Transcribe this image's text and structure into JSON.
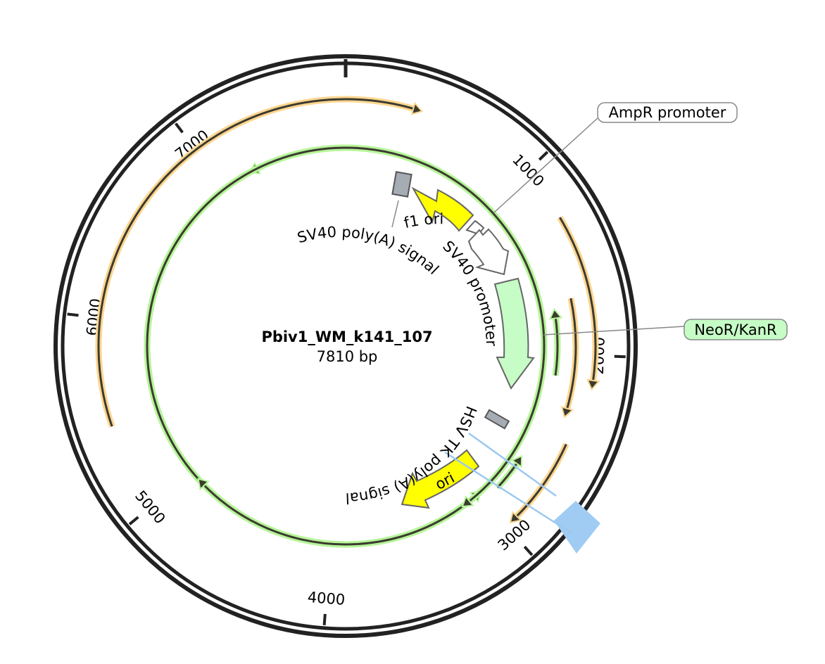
{
  "plasmid": {
    "name": "Pbiv1_WM_k141_107",
    "length_label": "7810 bp",
    "length_bp": 7810
  },
  "ticks": [
    {
      "bp": 1000,
      "label": "1000"
    },
    {
      "bp": 2000,
      "label": "2000"
    },
    {
      "bp": 3000,
      "label": "3000"
    },
    {
      "bp": 4000,
      "label": "4000"
    },
    {
      "bp": 5000,
      "label": "5000"
    },
    {
      "bp": 6000,
      "label": "6000"
    },
    {
      "bp": 7000,
      "label": "7000"
    }
  ],
  "features": {
    "f1_ori": {
      "label": "f1 ori",
      "color": "#ffff00"
    },
    "sv40_polya": {
      "label": "SV40 poly(A) signal",
      "color": "#a6acb3"
    },
    "sv40_promoter": {
      "label": "SV40 promoter",
      "color": "#ffffff"
    },
    "neor": {
      "label": "NeoR/KanR",
      "color": "#c6fcc6"
    },
    "hsv_tk_polya": {
      "label": "HSV TK poly(A) signal",
      "color": "#a6acb3"
    },
    "ori": {
      "label": "ori",
      "color": "#ffff00"
    },
    "ampr_promoter": {
      "label": "AmpR promoter",
      "color": "#ffffff"
    },
    "primer_site": {
      "color": "#a0ccf4"
    }
  },
  "orf_colors": {
    "orange": "#fdd691",
    "green": "#b7f59a",
    "core": "#3b3b2f"
  }
}
